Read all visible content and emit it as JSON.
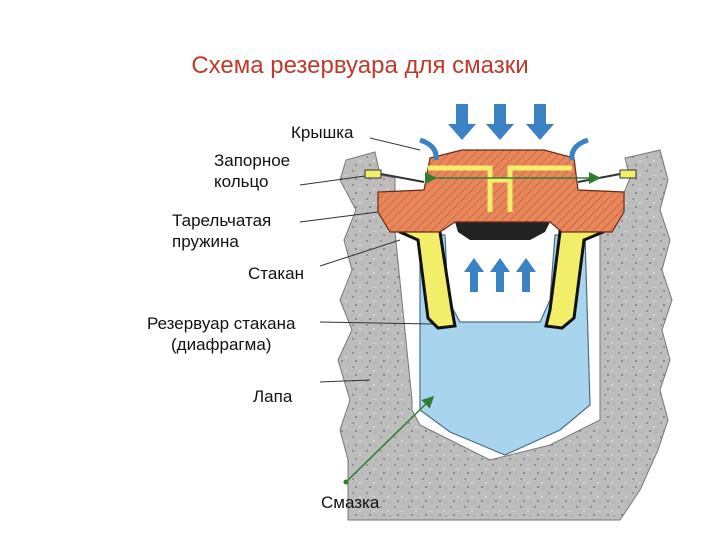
{
  "title": "Схема резервуара для смазки",
  "labels": {
    "lid": "Крышка",
    "lock_ring": "Запорное\nкольцо",
    "disc_spring": "Тарельчатая\nпружина",
    "cup": "Стакан",
    "cup_reservoir": "Резервуар стакана\n(диафрагма)",
    "paw": "Лапа",
    "grease": "Смазка"
  },
  "colors": {
    "title": "#c0392b",
    "housing": "#b8b8b8",
    "lid": "#e8875a",
    "grease": "#a9d4ee",
    "diaphragm": "#f2ee6a",
    "arrows": "#3b82c4",
    "leader_grease": "#2e7d32"
  }
}
